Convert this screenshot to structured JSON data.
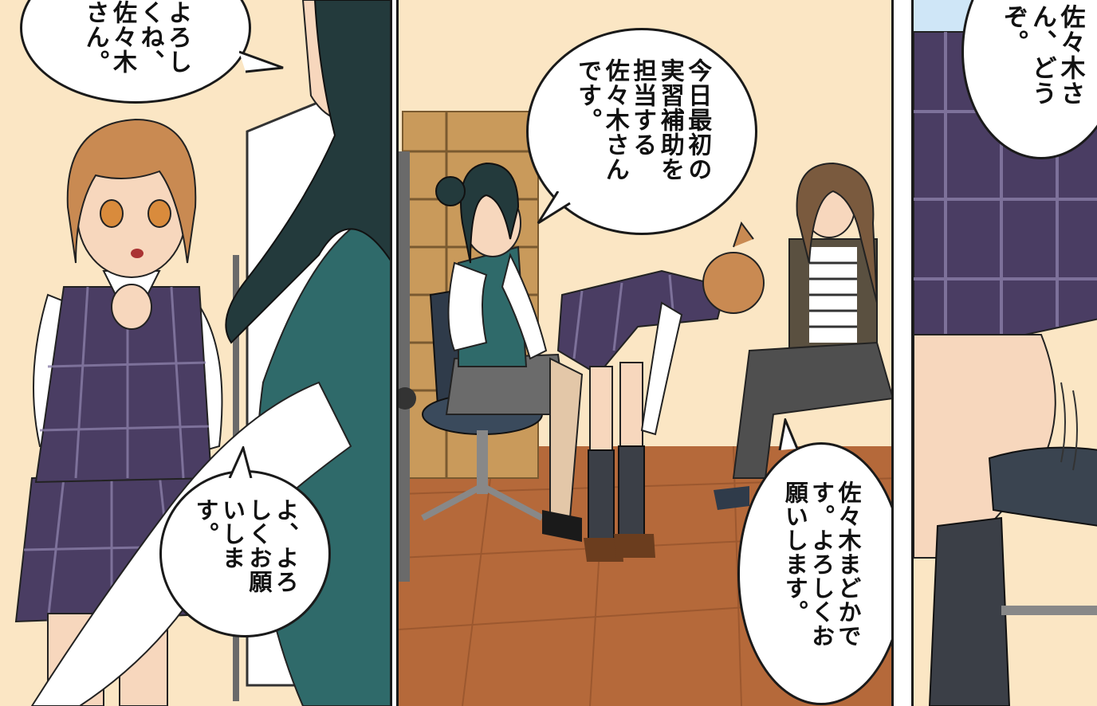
{
  "panels": {
    "left": {
      "bubble_top": "よろしくね、佐々木さん。",
      "bubble_bottom": "よ、よろしくお願いします。"
    },
    "middle": {
      "bubble_top": "今日最初の実習補助を担当する佐々木さんです。",
      "bubble_bottom": "佐々木まどかです。よろしくお願いします。"
    },
    "right": {
      "bubble_top": "佐々木さん、どうぞ。"
    }
  },
  "colors": {
    "wall": "#fbe6c4",
    "floor": "#b5693a",
    "plaid_dark": "#4a3d63",
    "plaid_line": "#8a7fa8",
    "skin": "#f7d7bd",
    "hair_brown": "#c98a52",
    "hair_dark": "#233a3c",
    "shelf": "#c99a5b",
    "teal_vest": "#2f6a6a",
    "sky": "#cfe6f7"
  }
}
